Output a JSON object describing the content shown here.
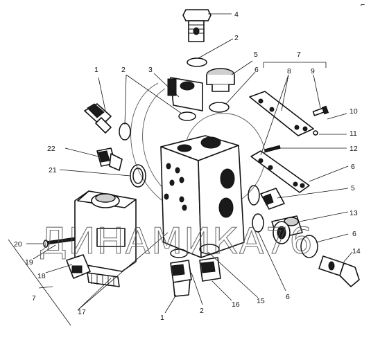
{
  "watermark": "ДИНАМИКА76",
  "corner_mark": "⌐",
  "callouts": {
    "c4": "4",
    "c2a": "2",
    "c5a": "5",
    "c6a": "6",
    "c1a": "1",
    "c2b": "2",
    "c3": "3",
    "c7a": "7",
    "c8": "8",
    "c9": "9",
    "c10": "10",
    "c11": "11",
    "c12": "12",
    "c22": "22",
    "c21": "21",
    "c6b": "6",
    "c5b": "5",
    "c13": "13",
    "c6c": "6",
    "c14": "14",
    "c20": "20",
    "c19": "19",
    "c18": "18",
    "c7b": "7",
    "c17": "17",
    "c1b": "1",
    "c2c": "2",
    "c16": "16",
    "c15": "15",
    "c6d": "6"
  }
}
